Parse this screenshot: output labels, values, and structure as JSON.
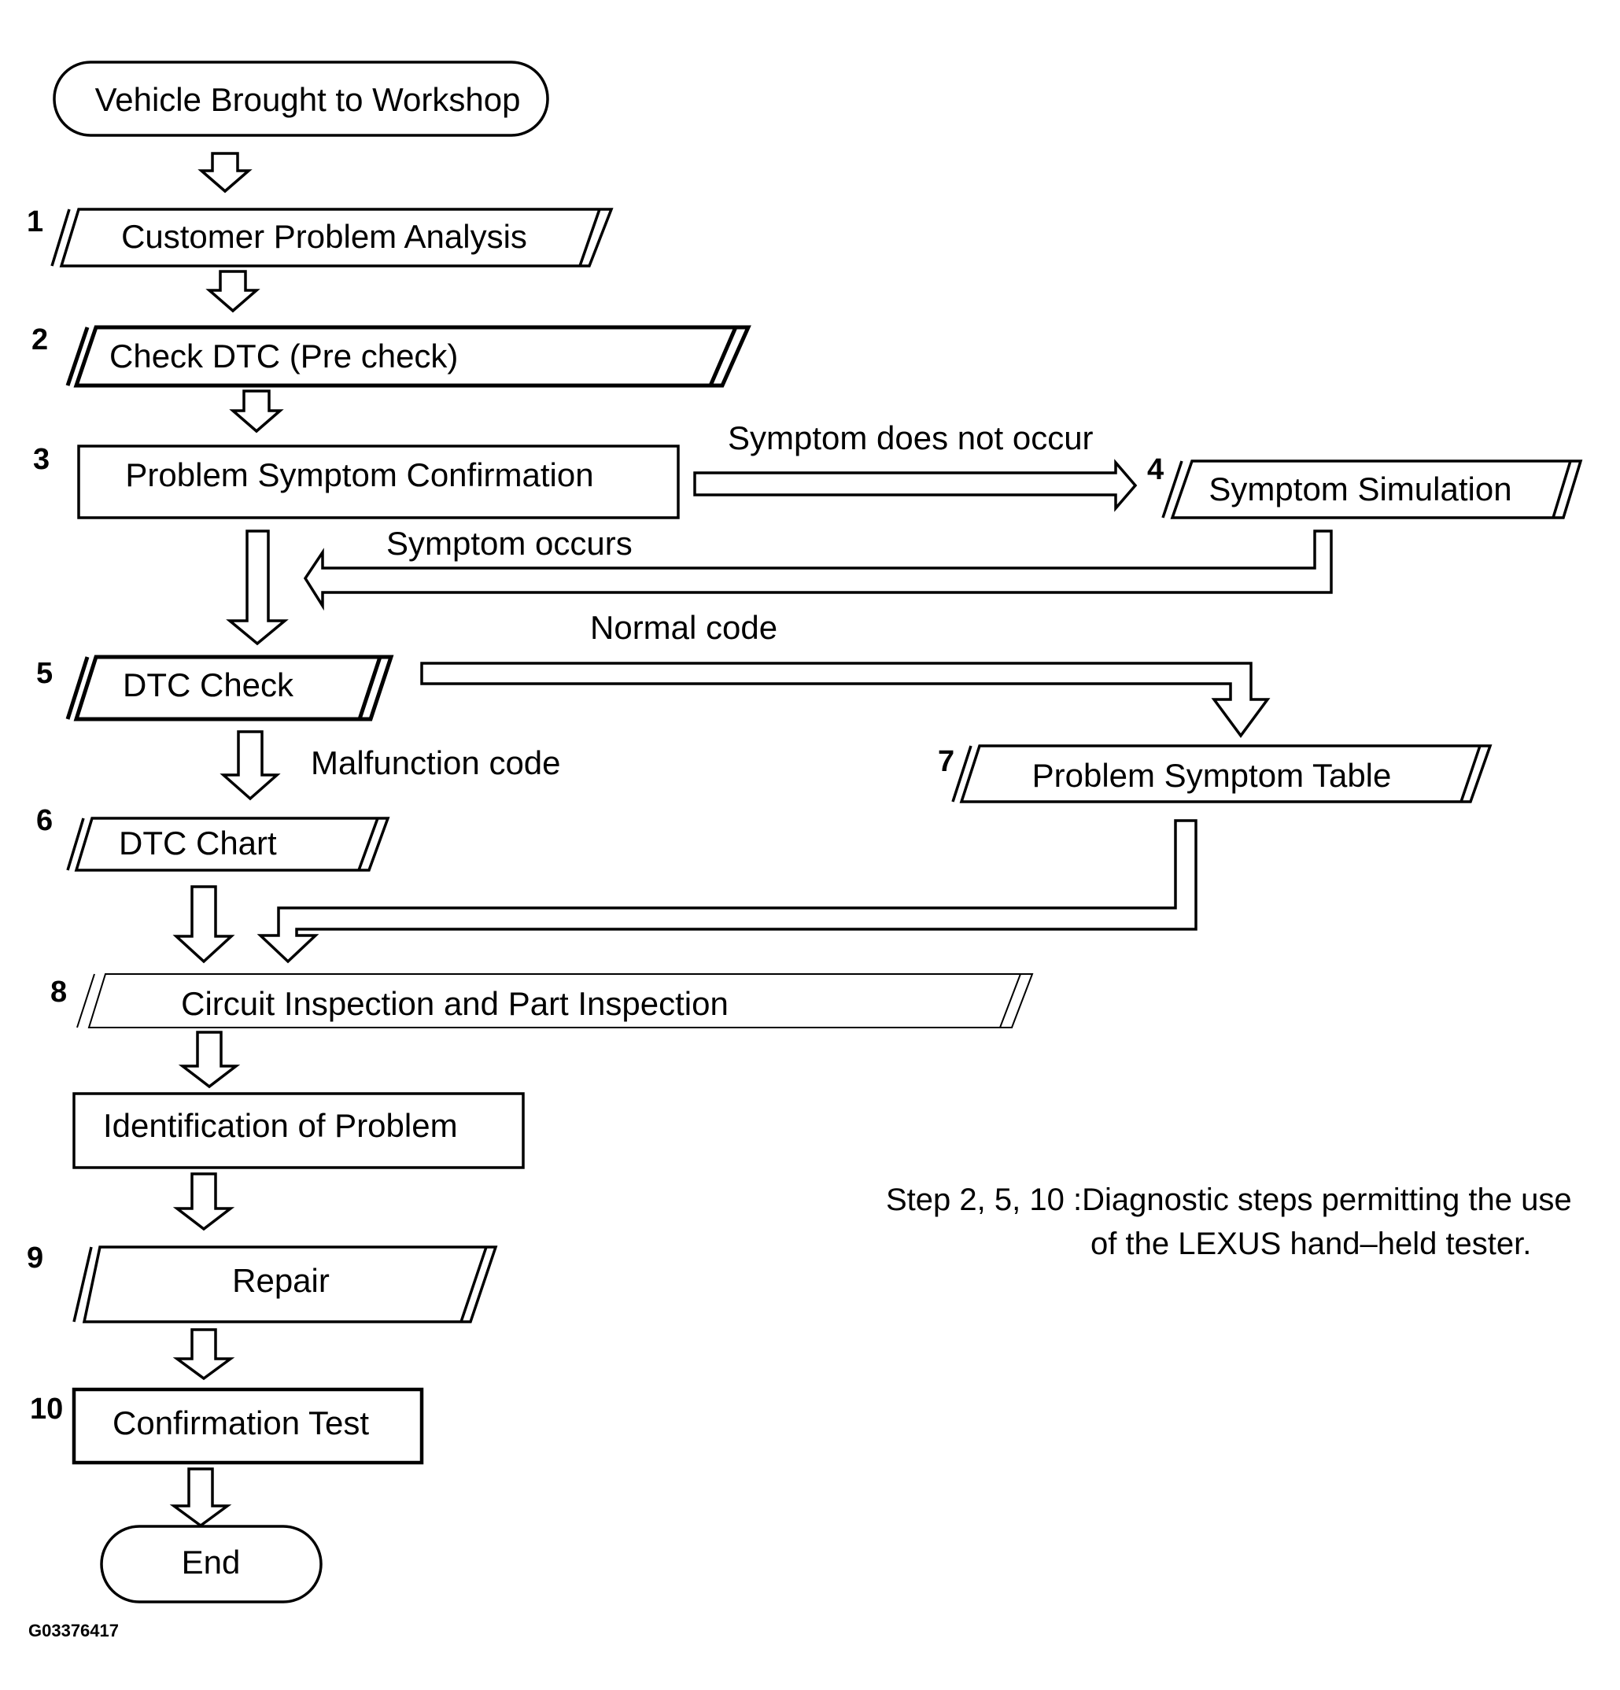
{
  "nodes": {
    "start": "Vehicle Brought to Workshop",
    "s1": {
      "num": "1",
      "label": "Customer Problem Analysis"
    },
    "s2": {
      "num": "2",
      "label": "Check DTC (Pre check)"
    },
    "s3": {
      "num": "3",
      "label": "Problem Symptom Confirmation"
    },
    "s4": {
      "num": "4",
      "label": "Symptom Simulation"
    },
    "s5": {
      "num": "5",
      "label": "DTC Check"
    },
    "s6": {
      "num": "6",
      "label": "DTC Chart"
    },
    "s7": {
      "num": "7",
      "label": "Problem Symptom Table"
    },
    "s8": {
      "num": "8",
      "label": "Circuit Inspection and Part Inspection"
    },
    "identification": "Identification of Problem",
    "s9": {
      "num": "9",
      "label": "Repair"
    },
    "s10": {
      "num": "10",
      "label": "Confirmation Test"
    },
    "end": "End"
  },
  "edges": {
    "no_occur": "Symptom does not occur",
    "occurs": "Symptom occurs",
    "normal": "Normal code",
    "malfunction": "Malfunction code"
  },
  "note": {
    "line1": "Step 2, 5, 10 :Diagnostic steps permitting the use",
    "line2": "of the LEXUS hand–held tester."
  },
  "figure_id": "G03376417"
}
